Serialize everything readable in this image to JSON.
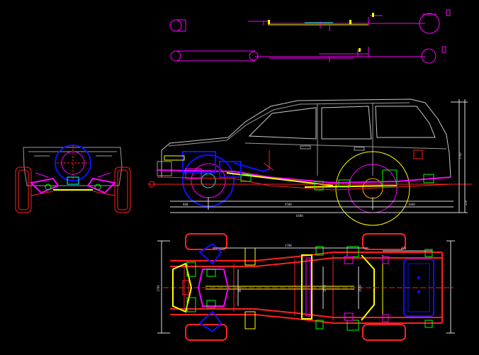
{
  "drawing": {
    "background": "#000000",
    "colors": {
      "magenta": "#ff00ff",
      "yellow": "#ffff00",
      "red": "#ff2020",
      "blue": "#1010ff",
      "green": "#00ff00",
      "cyan": "#00ffff",
      "white": "#e8e8e8",
      "gray": "#9a9a9a",
      "orange": "#ffa500"
    }
  },
  "dimensions": {
    "side_wheelbase": "4500",
    "side_front_overhang": "880",
    "side_rear_overhang": "1040",
    "side_overall": "6480",
    "side_height": "1780",
    "side_ground": "210",
    "plan_track_front": "1510",
    "plan_track_rear": "1520",
    "plan_frame_width": "860",
    "plan_overall_width": "1780",
    "plan_front_note": "420",
    "plan_rear_note": "2780"
  }
}
